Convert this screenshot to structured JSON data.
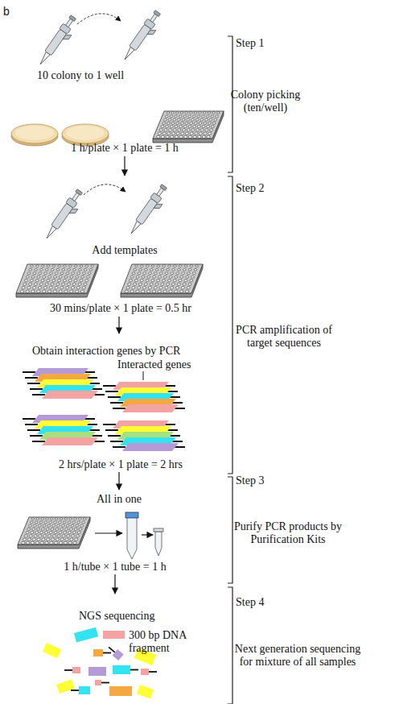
{
  "diagram": {
    "labels": [
      "b",
      "Step 1",
      "Colony picking (ten/well)",
      "10 colony to 1 well",
      "1 h/plate × 1 plate = 1 h",
      "Step 2",
      "Add templates",
      "30 mins/plate × 1 plate = 0.5 hr",
      "Obtain interaction genes by PCR",
      "Interacted genes",
      "PCR amplification of target sequences",
      "2 hrs/plate × 1 plate = 2 hrs",
      "Step 3",
      "All in one",
      "Purify PCR products by Purification Kits",
      "1 h/tube × 1 tube = 1 h",
      "NGS sequencing",
      "300 bp DNA fragment",
      "Step 4",
      "Next generation sequencing for mixture of all samples"
    ]
  }
}
